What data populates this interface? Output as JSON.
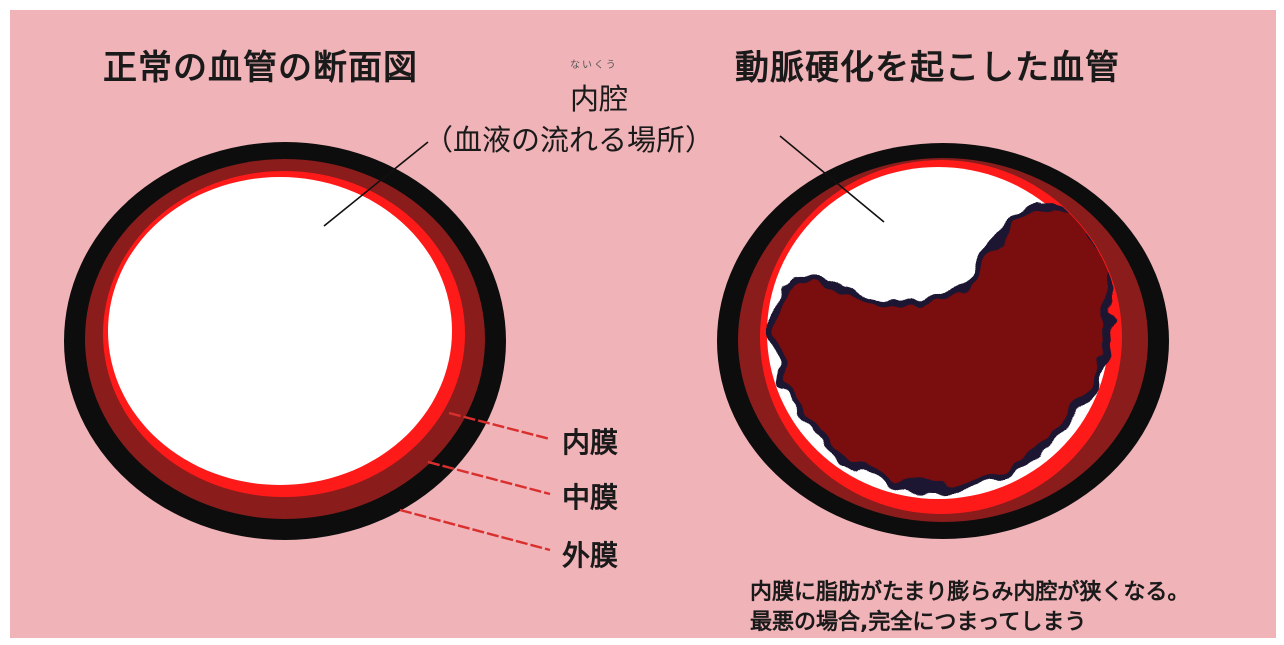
{
  "normal": {
    "title": "正常の血管の断面図"
  },
  "lumen": {
    "ruby": "ないくう",
    "label": "内腔",
    "desc": "（血液の流れる場所）"
  },
  "layers": {
    "intima": "内膜",
    "media": "中膜",
    "adventitia": "外膜"
  },
  "diseased": {
    "title": "動脈硬化を起こした血管",
    "note_line1": "内膜に脂肪がたまり膨らみ内腔が狭くなる。",
    "note_line2": "最悪の場合,完全につまってしまう"
  },
  "colors": {
    "background": "#f0b3b8",
    "adventitia": "#0d0d0d",
    "media": "#8b1c1c",
    "intima": "#ff1a1a",
    "lumen": "#ffffff",
    "plaque": "#7a1010",
    "plaque_edge": "#1c1430",
    "leader": "#d9302e"
  }
}
